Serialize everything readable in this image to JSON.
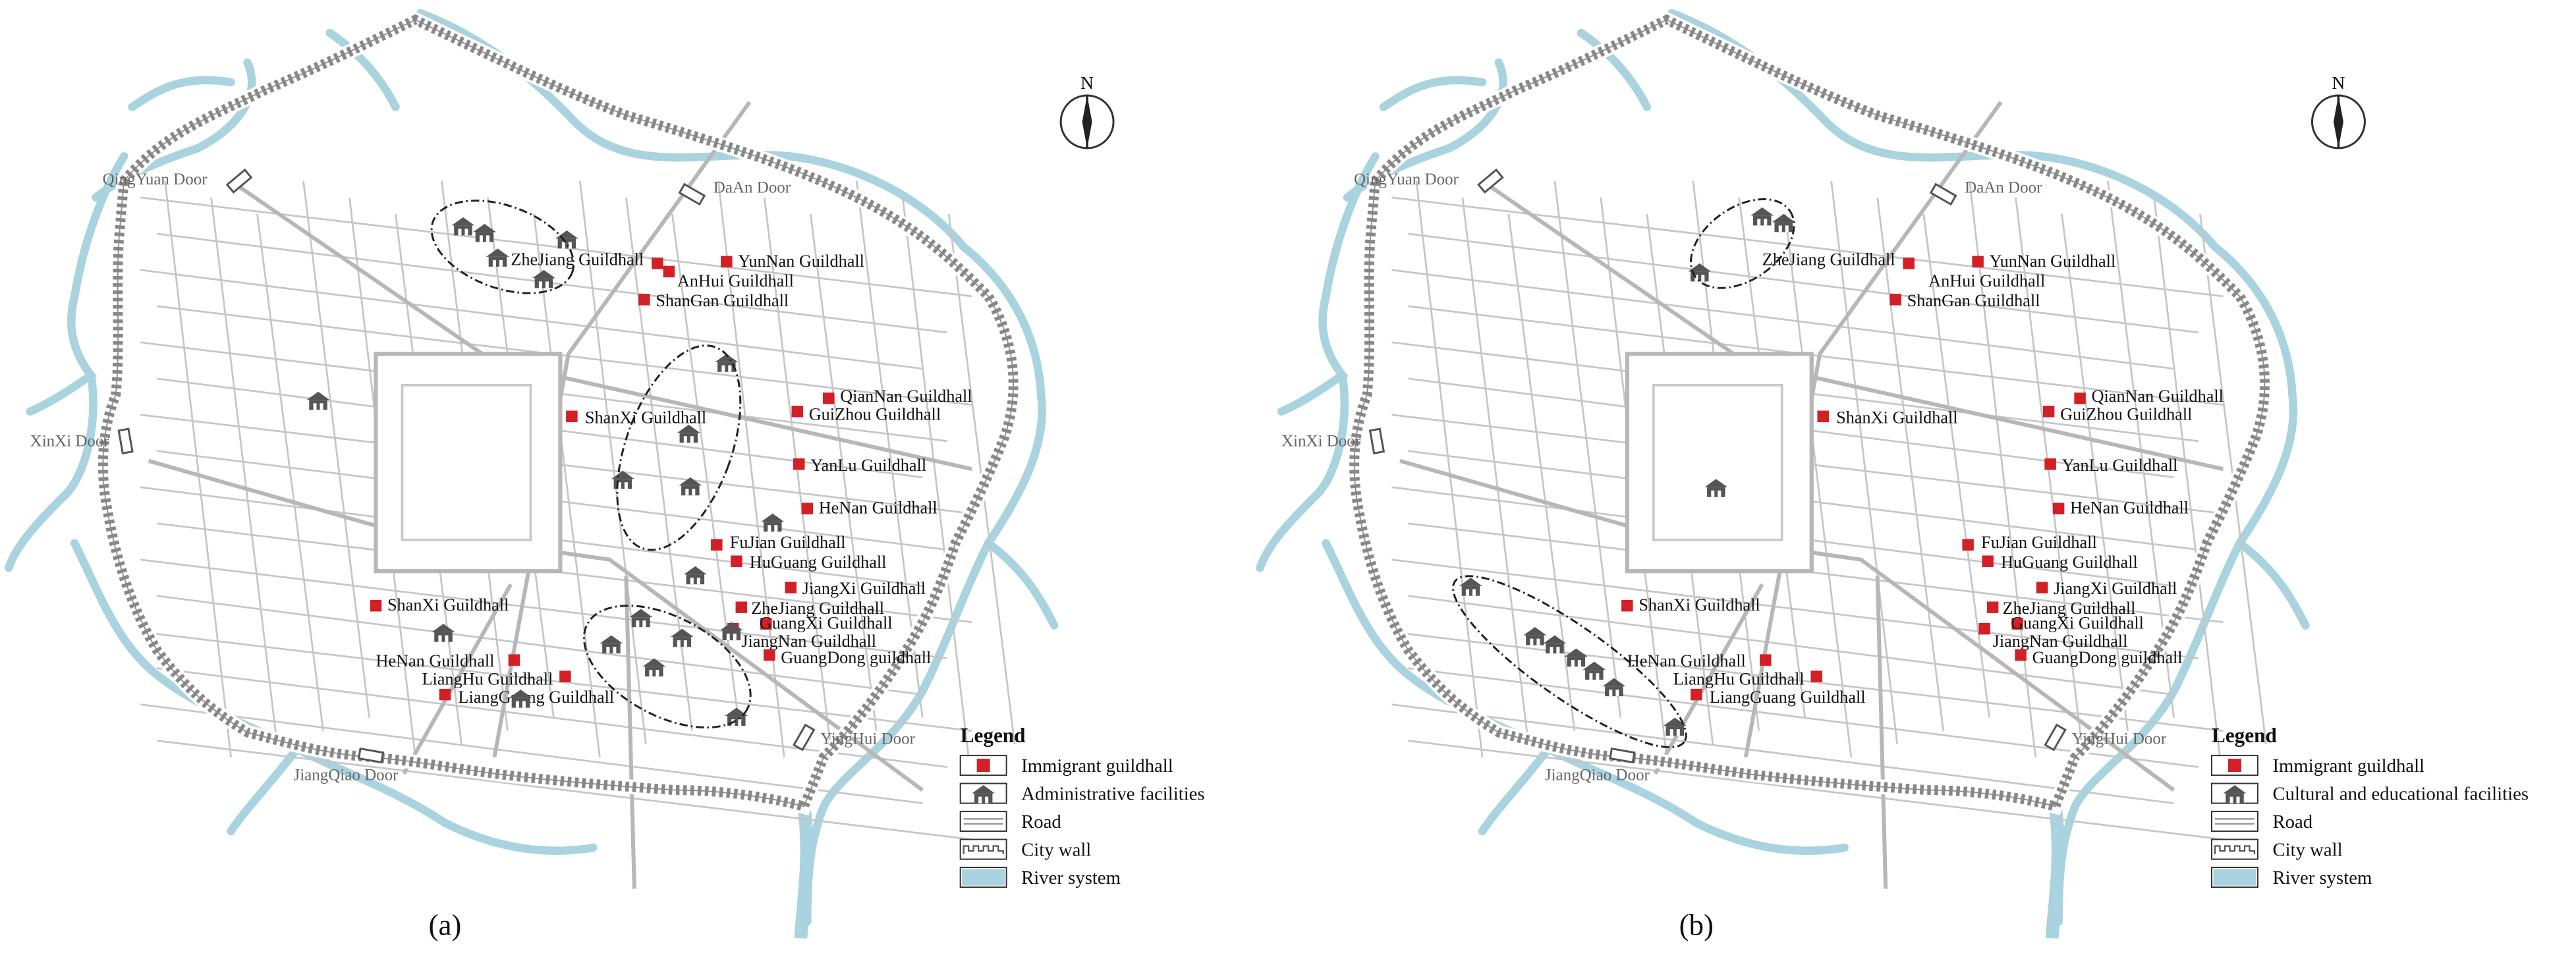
{
  "colors": {
    "river": "#a8d3df",
    "guildhall": "#d32027",
    "road": "#c6c6c6",
    "wall": "#888888"
  },
  "panels": [
    {
      "caption": "(a)",
      "gates": [
        "QingYuan Door",
        "DaAn Door",
        "XinXi Door",
        "JiangQiao Door",
        "YingHui Door"
      ],
      "guildhalls": [
        "ZheJiang Guildhall",
        "YunNan Guildhall",
        "AnHui Guildhall",
        "ShanGan Guildhall",
        "ShanXi Guildhall",
        "QianNan Guildhall",
        "GuiZhou Guildhall",
        "YanLu Guildhall",
        "HeNan Guildhall",
        "FuJian Guildhall",
        "HuGuang Guildhall",
        "JiangXi Guildhall",
        "ZheJiang Guildhall",
        "GuangXi Guildhall",
        "JiangNan Guildhall",
        "GuangDong guildhall",
        "ShanXi Guildhall",
        "HeNan Guildhall",
        "LiangHu Guildhall",
        "LiangGuang Guildhall"
      ],
      "legend": {
        "title": "Legend",
        "items": [
          "Immigrant guildhall",
          "Administrative facilities",
          "Road",
          "City wall",
          "River system"
        ]
      }
    },
    {
      "caption": "(b)",
      "gates": [
        "QingYuan Door",
        "DaAn Door",
        "XinXi Door",
        "JiangQiao Door",
        "YingHui Door"
      ],
      "guildhalls": [
        "ZheJiang Guildhall",
        "YunNan Guildhall",
        "AnHui Guildhall",
        "ShanGan Guildhall",
        "ShanXi Guildhall",
        "QianNan Guildhall",
        "GuiZhou Guildhall",
        "YanLu Guildhall",
        "HeNan Guildhall",
        "FuJian Guildhall",
        "HuGuang Guildhall",
        "JiangXi Guildhall",
        "ZheJiang Guildhall",
        "GuangXi Guildhall",
        "JiangNan Guildhall",
        "GuangDong guildhall",
        "ShanXi Guildhall",
        "HeNan Guildhall",
        "LiangHu Guildhall",
        "LiangGuang Guildhall"
      ],
      "legend": {
        "title": "Legend",
        "items": [
          "Immigrant guildhall",
          "Cultural and educational facilities",
          "Road",
          "City wall",
          "River system"
        ]
      }
    }
  ],
  "north_label": "N"
}
